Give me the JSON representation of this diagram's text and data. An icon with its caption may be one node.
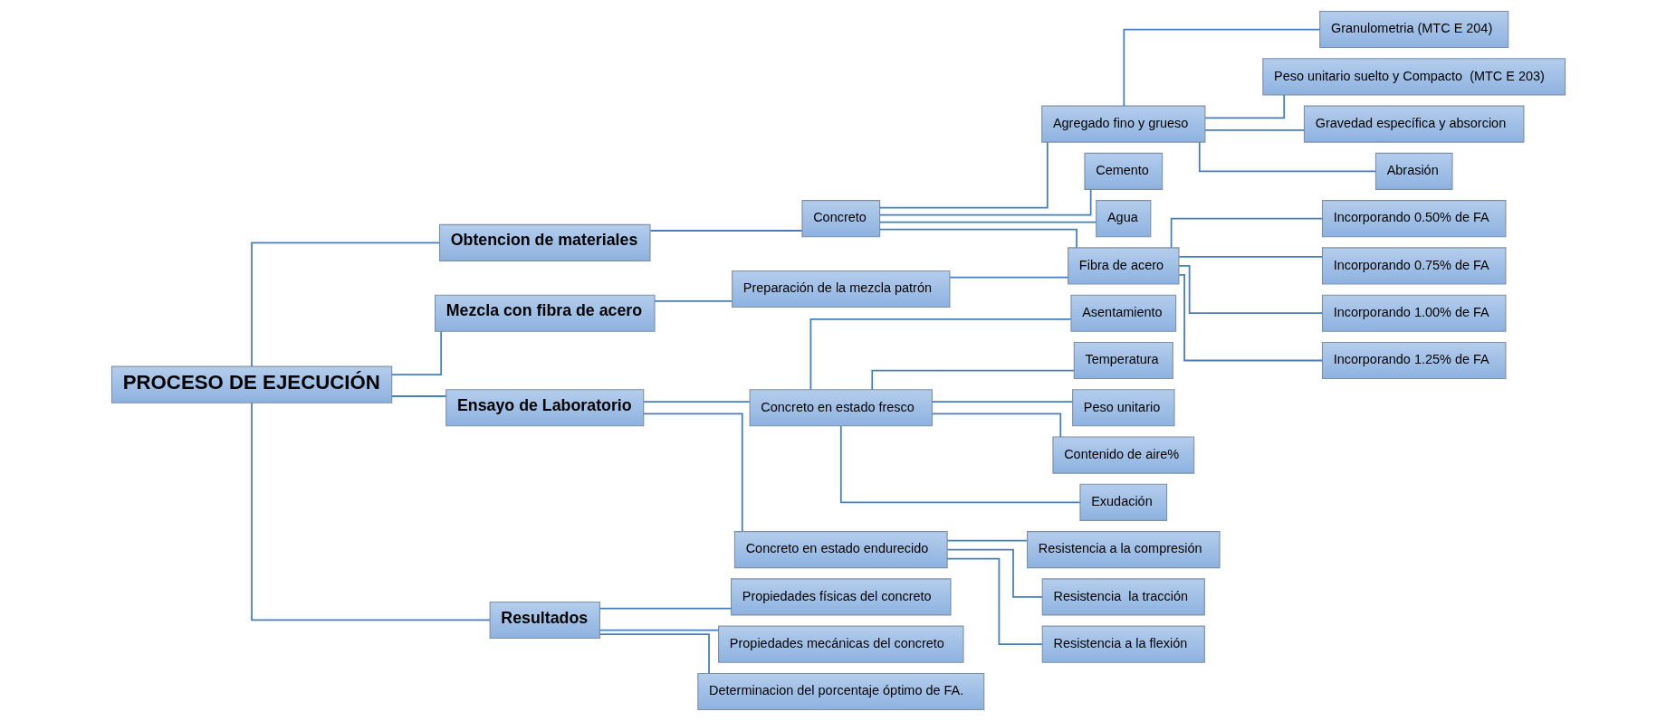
{
  "diagram": {
    "nodes": [
      {
        "text": [
          "PROCESO DE EJECUCIÓN"
        ]
      },
      {
        "text": [
          "Obtencion de materiales"
        ]
      },
      {
        "text": [
          "Mezcla con fibra de acero"
        ]
      },
      {
        "text": [
          "Ensayo de Laboratorio"
        ]
      },
      {
        "text": [
          "Resultados"
        ]
      },
      {
        "text": [
          "Concreto"
        ]
      },
      {
        "text": [
          "Agregado fino y grueso"
        ]
      },
      {
        "text": [
          "Cemento"
        ]
      },
      {
        "text": [
          "Agua"
        ]
      },
      {
        "text": [
          "Fibra de acero"
        ]
      },
      {
        "text": [
          "Granulometria (MTC E 204)"
        ]
      },
      {
        "text": [
          "Peso unitario suelto y Compacto  (MTC E 203)"
        ]
      },
      {
        "text": [
          "Gravedad específica y absorcion"
        ]
      },
      {
        "text": [
          "Abrasión"
        ]
      },
      {
        "text": [
          "Preparación de la mezcla patrón"
        ]
      },
      {
        "text": [
          "Incorporando 0.50% de FA"
        ]
      },
      {
        "text": [
          "Incorporando 0.75% de FA"
        ]
      },
      {
        "text": [
          "Incorporando 1.00% de FA"
        ]
      },
      {
        "text": [
          "Incorporando 1.25% de FA"
        ]
      },
      {
        "text": [
          "Concreto en estado fresco"
        ]
      },
      {
        "text": [
          "Concreto en estado endurecido"
        ]
      },
      {
        "text": [
          "Asentamiento"
        ]
      },
      {
        "text": [
          "Temperatura"
        ]
      },
      {
        "text": [
          "Peso unitario"
        ]
      },
      {
        "text": [
          "Contenido de aire%"
        ]
      },
      {
        "text": [
          "Exudación"
        ]
      },
      {
        "text": [
          "Resistencia a la compresión"
        ]
      },
      {
        "text": [
          "Resistencia  la tracción"
        ]
      },
      {
        "text": [
          "Resistencia a la flexión"
        ]
      },
      {
        "text": [
          "Propiedades físicas del concreto"
        ]
      },
      {
        "text": [
          "Propiedades mecánicas del concreto"
        ]
      },
      {
        "text": [
          "Determinacion del porcentaje óptimo de FA."
        ]
      }
    ],
    "edges": [
      {
        "from": 0,
        "to": 1,
        "arrow": "none"
      },
      {
        "from": 0,
        "to": 2,
        "arrow": "none"
      },
      {
        "from": 0,
        "to": 3,
        "arrow": "none"
      },
      {
        "from": 0,
        "to": 4,
        "arrow": "none"
      },
      {
        "from": 1,
        "to": 5,
        "arrow": "none"
      },
      {
        "from": 5,
        "to": 6,
        "arrow": "none"
      },
      {
        "from": 5,
        "to": 7,
        "arrow": "none"
      },
      {
        "from": 5,
        "to": 8,
        "arrow": "none"
      },
      {
        "from": 5,
        "to": 9,
        "arrow": "none"
      },
      {
        "from": 6,
        "to": 10,
        "arrow": "none"
      },
      {
        "from": 6,
        "to": 11,
        "arrow": "none"
      },
      {
        "from": 6,
        "to": 12,
        "arrow": "none"
      },
      {
        "from": 6,
        "to": 13,
        "arrow": "none"
      },
      {
        "from": 2,
        "to": 14,
        "arrow": "none"
      },
      {
        "from": 14,
        "to": 9,
        "arrow": "none"
      },
      {
        "from": 9,
        "to": 15,
        "arrow": "none"
      },
      {
        "from": 9,
        "to": 16,
        "arrow": "none"
      },
      {
        "from": 9,
        "to": 17,
        "arrow": "none"
      },
      {
        "from": 9,
        "to": 18,
        "arrow": "none"
      },
      {
        "from": 3,
        "to": 19,
        "arrow": "none"
      },
      {
        "from": 3,
        "to": 20,
        "arrow": "none"
      },
      {
        "from": 19,
        "to": 21,
        "arrow": "none"
      },
      {
        "from": 19,
        "to": 22,
        "arrow": "none"
      },
      {
        "from": 19,
        "to": 23,
        "arrow": "none"
      },
      {
        "from": 19,
        "to": 24,
        "arrow": "none"
      },
      {
        "from": 19,
        "to": 25,
        "arrow": "none"
      },
      {
        "from": 20,
        "to": 26,
        "arrow": "none"
      },
      {
        "from": 20,
        "to": 27,
        "arrow": "none"
      },
      {
        "from": 20,
        "to": 28,
        "arrow": "none"
      },
      {
        "from": 4,
        "to": 29,
        "arrow": "none"
      },
      {
        "from": 4,
        "to": 30,
        "arrow": "none"
      },
      {
        "from": 4,
        "to": 31,
        "arrow": "none"
      }
    ]
  }
}
